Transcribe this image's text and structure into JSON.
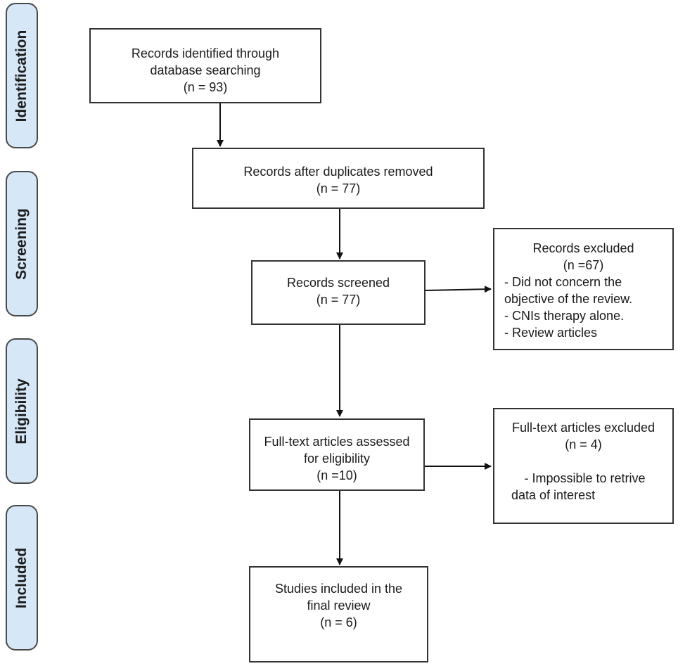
{
  "stages": [
    {
      "id": "identification",
      "label": "Identification"
    },
    {
      "id": "screening",
      "label": "Screening"
    },
    {
      "id": "eligibility",
      "label": "Eligibility"
    },
    {
      "id": "included",
      "label": "Included"
    }
  ],
  "boxes": {
    "identified": {
      "lines": [
        "Records identified through",
        "database searching",
        "(n = 93)"
      ]
    },
    "after_duplicates": {
      "lines": [
        "Records after duplicates removed",
        "(n = 77)"
      ]
    },
    "screened": {
      "lines": [
        "Records screened",
        "(n = 77)"
      ]
    },
    "excluded": {
      "title": "Records excluded",
      "count": "(n =67)",
      "reasons": [
        "- Did not concern the",
        "objective of the review.",
        "- CNIs therapy alone.",
        "- Review articles"
      ]
    },
    "full_text": {
      "lines": [
        "Full-text articles assessed",
        "for eligibility",
        "(n =10)"
      ]
    },
    "full_text_excluded": {
      "title": "Full-text articles excluded",
      "count": "(n = 4)",
      "reasons": [
        "- Impossible to retrive",
        "data of interest"
      ]
    },
    "included": {
      "lines": [
        "Studies included in the",
        "final review",
        "(n = 6)"
      ]
    }
  }
}
